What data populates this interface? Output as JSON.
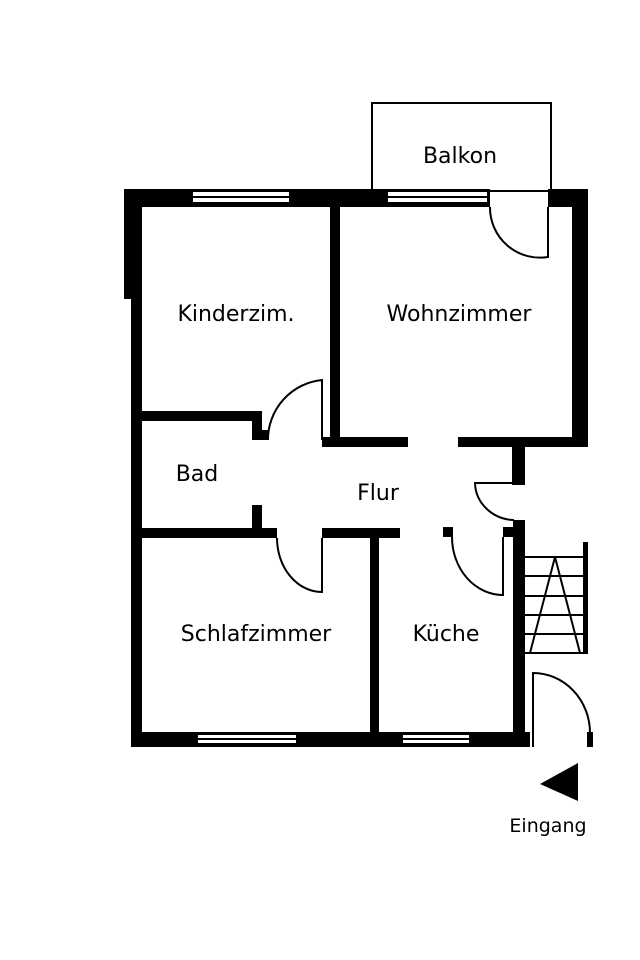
{
  "plan": {
    "rooms": {
      "balkon": "Balkon",
      "kinderzimmer": "Kinderzim.",
      "wohnzimmer": "Wohnzimmer",
      "bad": "Bad",
      "flur": "Flur",
      "schlafzimmer": "Schlafzimmer",
      "kueche": "Küche"
    },
    "entrance_label": "Eingang",
    "colors": {
      "wall": "#000000",
      "background": "#ffffff"
    }
  }
}
